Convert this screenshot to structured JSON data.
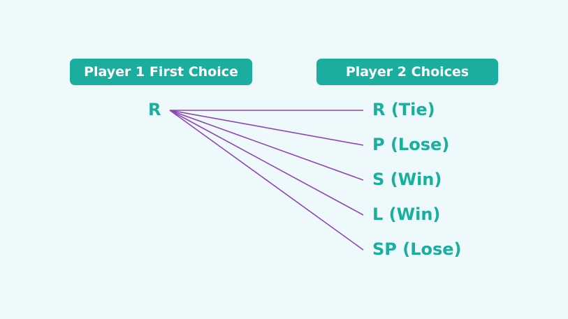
{
  "headers": {
    "player1": "Player 1 First Choice",
    "player2": "Player 2 Choices"
  },
  "source": "R",
  "outcomes": [
    "R (Tie)",
    "P (Lose)",
    "S (Win)",
    "L (Win)",
    "SP (Lose)"
  ],
  "colors": {
    "background": "#eef9fb",
    "accent": "#1aae9f",
    "connector": "#8d45b5"
  }
}
